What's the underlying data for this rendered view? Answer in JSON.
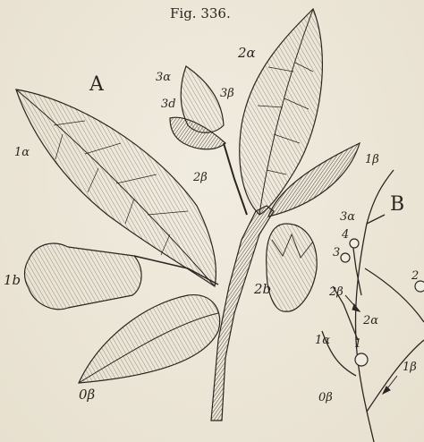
{
  "figure": {
    "caption": "Fig. 336.",
    "panel_a": "A",
    "panel_b": "B"
  },
  "labels_a": {
    "l_2a": "2α",
    "l_3a": "3α",
    "l_3b": "3β",
    "l_3d": "3d",
    "l_1a": "1α",
    "l_1b": "1β",
    "l_2b_top": "2β",
    "l_1b_flower": "1b",
    "l_2b_bud": "2b",
    "l_0b": "0β"
  },
  "labels_b": {
    "l_3a": "3α",
    "l_4": "4",
    "l_3": "3",
    "l_2b": "2β",
    "l_2a": "2α",
    "l_1a": "1α",
    "l_1": "1",
    "l_1b": "1β",
    "l_0b": "0β",
    "l_2": "2"
  }
}
